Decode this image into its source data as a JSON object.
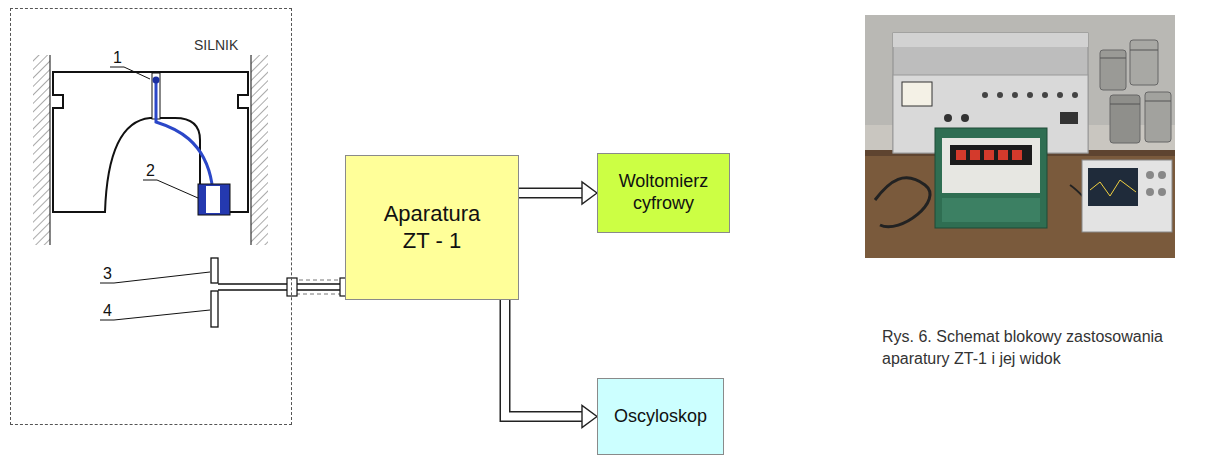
{
  "diagram": {
    "caption": "Rys. 6.  Schemat blokowy zastosowania aparatury ZT-1 i jej widok",
    "nodes": [
      {
        "text": [
          "SILNIK"
        ]
      },
      {
        "text": [
          "Aparatura ZT - 1"
        ]
      },
      {
        "text": [
          "Woltomierz cyfrowy"
        ]
      },
      {
        "text": [
          "Oscyloskop"
        ]
      }
    ],
    "edges": [
      {
        "from": 0,
        "to": 1,
        "arrow": "none"
      },
      {
        "from": 1,
        "to": 2,
        "arrow": "to"
      },
      {
        "from": 1,
        "to": 3,
        "arrow": "to"
      }
    ],
    "labels": [
      "1",
      "2",
      "3",
      "4"
    ]
  }
}
